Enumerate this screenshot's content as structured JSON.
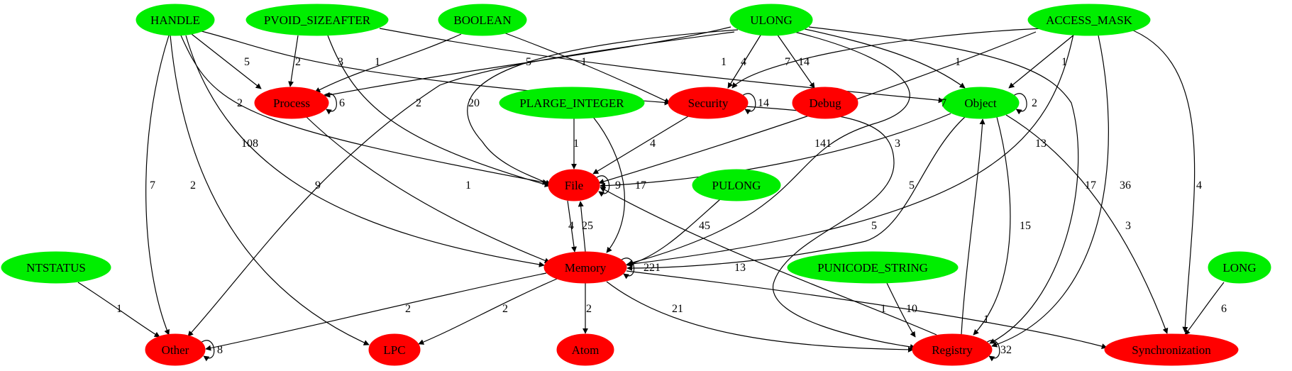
{
  "colors": {
    "type_node": "#00ee00",
    "category_node": "#ff0000",
    "edge": "#000000"
  },
  "nodes": {
    "HANDLE": {
      "label": "HANDLE",
      "kind": "type"
    },
    "PVOID_SIZEAFTER": {
      "label": "PVOID_SIZEAFTER",
      "kind": "type"
    },
    "BOOLEAN": {
      "label": "BOOLEAN",
      "kind": "type"
    },
    "ULONG": {
      "label": "ULONG",
      "kind": "type"
    },
    "ACCESS_MASK": {
      "label": "ACCESS_MASK",
      "kind": "type"
    },
    "Process": {
      "label": "Process",
      "kind": "category"
    },
    "PLARGE_INTEGER": {
      "label": "PLARGE_INTEGER",
      "kind": "type"
    },
    "Security": {
      "label": "Security",
      "kind": "category"
    },
    "Debug": {
      "label": "Debug",
      "kind": "category"
    },
    "Object": {
      "label": "Object",
      "kind": "type"
    },
    "File": {
      "label": "File",
      "kind": "category"
    },
    "PULONG": {
      "label": "PULONG",
      "kind": "type"
    },
    "NTSTATUS": {
      "label": "NTSTATUS",
      "kind": "type"
    },
    "Memory": {
      "label": "Memory",
      "kind": "category"
    },
    "PUNICODE_STRING": {
      "label": "PUNICODE_STRING",
      "kind": "type"
    },
    "LONG": {
      "label": "LONG",
      "kind": "type"
    },
    "Other": {
      "label": "Other",
      "kind": "category"
    },
    "LPC": {
      "label": "LPC",
      "kind": "category"
    },
    "Atom": {
      "label": "Atom",
      "kind": "category"
    },
    "Registry": {
      "label": "Registry",
      "kind": "category"
    },
    "Synchronization": {
      "label": "Synchronization",
      "kind": "category"
    }
  },
  "edges": [
    {
      "id": "handle-process",
      "from": "HANDLE",
      "to": "Process",
      "label": "5"
    },
    {
      "id": "handle-security",
      "from": "HANDLE",
      "to": "Security",
      "label": "3"
    },
    {
      "id": "handle-file",
      "from": "HANDLE",
      "to": "File",
      "label": "2"
    },
    {
      "id": "handle-memory",
      "from": "HANDLE",
      "to": "Memory",
      "label": "108"
    },
    {
      "id": "handle-lpc",
      "from": "HANDLE",
      "to": "LPC",
      "label": "2"
    },
    {
      "id": "handle-other",
      "from": "HANDLE",
      "to": "Other",
      "label": "7"
    },
    {
      "id": "pvoid-process",
      "from": "PVOID_SIZEAFTER",
      "to": "Process",
      "label": "2"
    },
    {
      "id": "pvoid-file",
      "from": "PVOID_SIZEAFTER",
      "to": "File",
      "label": "2"
    },
    {
      "id": "pvoid-object",
      "from": "PVOID_SIZEAFTER",
      "to": "Object",
      "label": "1"
    },
    {
      "id": "boolean-process",
      "from": "BOOLEAN",
      "to": "Process",
      "label": "1"
    },
    {
      "id": "boolean-security",
      "from": "BOOLEAN",
      "to": "Security",
      "label": "1"
    },
    {
      "id": "ulong-process",
      "from": "ULONG",
      "to": "Process",
      "label": "5"
    },
    {
      "id": "ulong-file",
      "from": "ULONG",
      "to": "File",
      "label": "20"
    },
    {
      "id": "ulong-other",
      "from": "ULONG",
      "to": "Other",
      "label": "9"
    },
    {
      "id": "ulong-security",
      "from": "ULONG",
      "to": "Security",
      "label": "4"
    },
    {
      "id": "ulong-debug",
      "from": "ULONG",
      "to": "Debug",
      "label": "14"
    },
    {
      "id": "ulong-object",
      "from": "ULONG",
      "to": "Object",
      "label": "1"
    },
    {
      "id": "ulong-memory",
      "from": "ULONG",
      "to": "Memory",
      "label": "141"
    },
    {
      "id": "ulong-registry",
      "from": "ULONG",
      "to": "Registry",
      "label": "17"
    },
    {
      "id": "access-security",
      "from": "ACCESS_MASK",
      "to": "Security",
      "label": "7"
    },
    {
      "id": "access-file",
      "from": "ACCESS_MASK",
      "to": "File",
      "label": "7"
    },
    {
      "id": "access-object",
      "from": "ACCESS_MASK",
      "to": "Object",
      "label": "1"
    },
    {
      "id": "access-memory",
      "from": "ACCESS_MASK",
      "to": "Memory",
      "label": "13"
    },
    {
      "id": "access-registry",
      "from": "ACCESS_MASK",
      "to": "Registry",
      "label": "36"
    },
    {
      "id": "access-sync",
      "from": "ACCESS_MASK",
      "to": "Synchronization",
      "label": "4"
    },
    {
      "id": "process-self",
      "from": "Process",
      "to": "Process",
      "label": "6"
    },
    {
      "id": "process-memory",
      "from": "Process",
      "to": "Memory",
      "label": "1"
    },
    {
      "id": "security-self",
      "from": "Security",
      "to": "Security",
      "label": "14"
    },
    {
      "id": "security-file",
      "from": "Security",
      "to": "File",
      "label": "4"
    },
    {
      "id": "security-registry",
      "from": "Security",
      "to": "Registry",
      "label": "5"
    },
    {
      "id": "plarge-file",
      "from": "PLARGE_INTEGER",
      "to": "File",
      "label": "1"
    },
    {
      "id": "plarge-memory",
      "from": "PLARGE_INTEGER",
      "to": "Memory",
      "label": "17"
    },
    {
      "id": "object-self",
      "from": "Object",
      "to": "Object",
      "label": "2"
    },
    {
      "id": "object-file",
      "from": "Object",
      "to": "File",
      "label": "3"
    },
    {
      "id": "object-memory",
      "from": "Object",
      "to": "Memory",
      "label": "5"
    },
    {
      "id": "object-registry",
      "from": "Object",
      "to": "Registry",
      "label": "15"
    },
    {
      "id": "object-sync",
      "from": "Object",
      "to": "Synchronization",
      "label": "3"
    },
    {
      "id": "file-self",
      "from": "File",
      "to": "File",
      "label": "9"
    },
    {
      "id": "file-memory",
      "from": "File",
      "to": "Memory",
      "label": "4"
    },
    {
      "id": "memory-file",
      "from": "Memory",
      "to": "File",
      "label": "25"
    },
    {
      "id": "pulong-memory",
      "from": "PULONG",
      "to": "Memory",
      "label": "45"
    },
    {
      "id": "memory-self",
      "from": "Memory",
      "to": "Memory",
      "label": "221"
    },
    {
      "id": "memory-other",
      "from": "Memory",
      "to": "Other",
      "label": "2"
    },
    {
      "id": "memory-lpc",
      "from": "Memory",
      "to": "LPC",
      "label": "2"
    },
    {
      "id": "memory-atom",
      "from": "Memory",
      "to": "Atom",
      "label": "2"
    },
    {
      "id": "memory-registry",
      "from": "Memory",
      "to": "Registry",
      "label": "21"
    },
    {
      "id": "memory-sync",
      "from": "Memory",
      "to": "Synchronization",
      "label": "1"
    },
    {
      "id": "registry-file",
      "from": "Registry",
      "to": "File",
      "label": "13"
    },
    {
      "id": "registry-object",
      "from": "Registry",
      "to": "Object",
      "label": "1"
    },
    {
      "id": "registry-self",
      "from": "Registry",
      "to": "Registry",
      "label": "32"
    },
    {
      "id": "ntstatus-other",
      "from": "NTSTATUS",
      "to": "Other",
      "label": "1"
    },
    {
      "id": "other-self",
      "from": "Other",
      "to": "Other",
      "label": "8"
    },
    {
      "id": "punicode-registry",
      "from": "PUNICODE_STRING",
      "to": "Registry",
      "label": "10"
    },
    {
      "id": "long-sync",
      "from": "LONG",
      "to": "Synchronization",
      "label": "6"
    }
  ]
}
